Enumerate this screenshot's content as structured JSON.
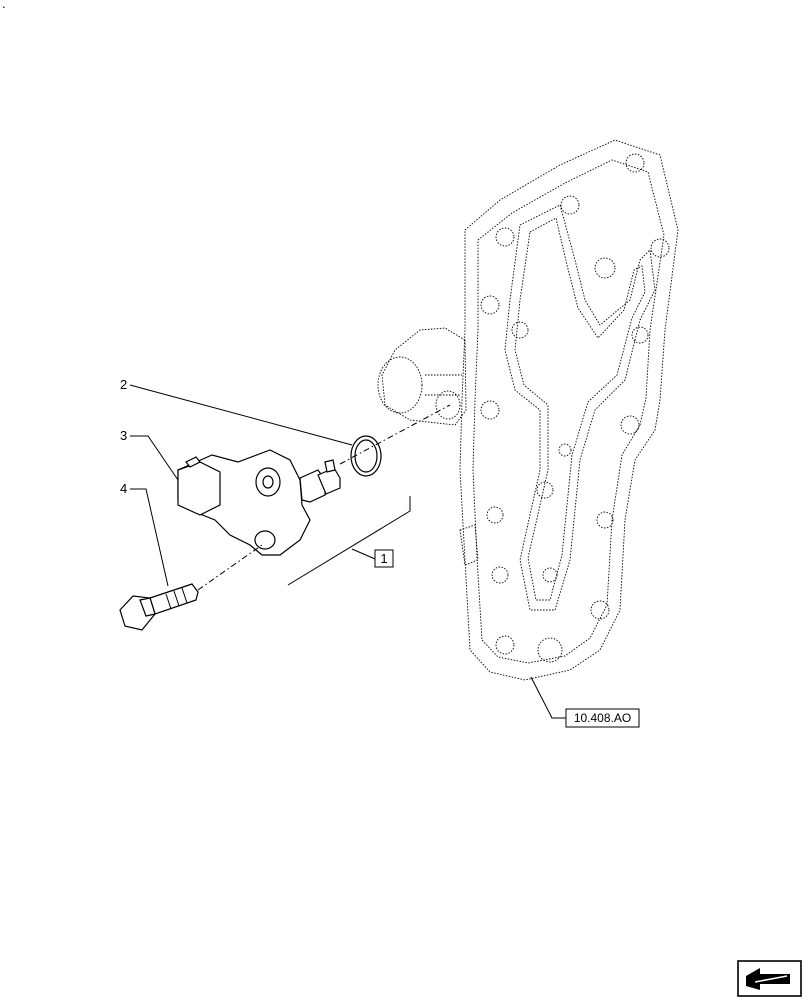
{
  "callouts": {
    "c2": "2",
    "c3": "3",
    "c4": "4",
    "c1": "1",
    "ref": "10.408.AO",
    "corner_mark": "."
  },
  "icons": {
    "nav": "next-page-arrow-icon"
  }
}
